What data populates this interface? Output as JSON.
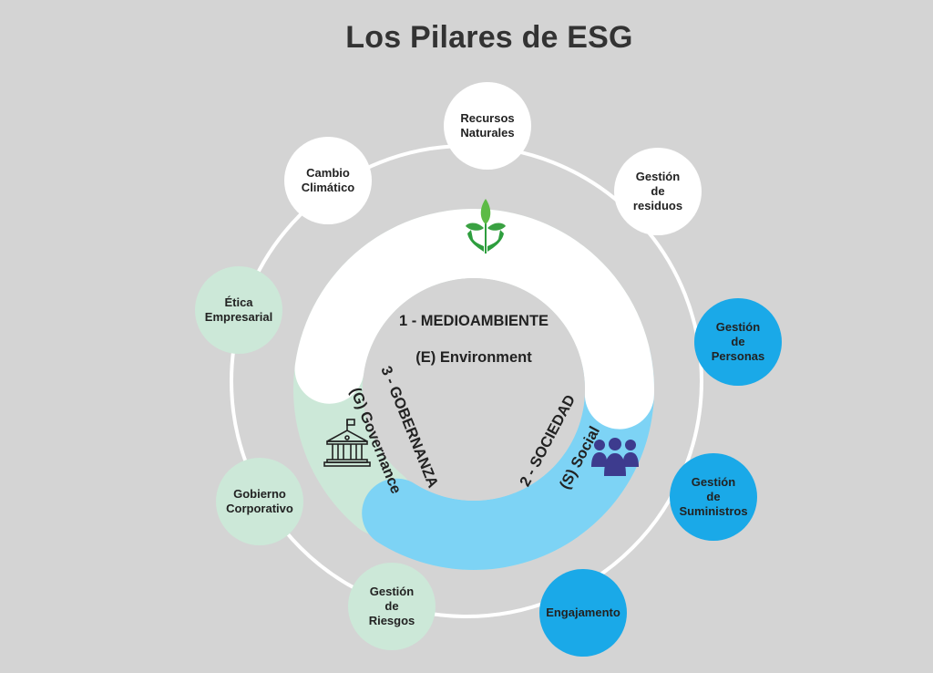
{
  "title": "Los Pilares de ESG",
  "colors": {
    "background": "#d4d4d4",
    "environment": "#ffffff",
    "social": "#7dd3f5",
    "governance": "#cce8d8",
    "social_node": "#1aa9e8",
    "governance_node": "#cce8d8",
    "environment_node": "#ffffff",
    "people_icon": "#3d3b8e",
    "plant_icon": "#2e9e3e"
  },
  "pillars": [
    {
      "id": "environment",
      "line1": "1 - MEDIOAMBIENTE",
      "line2": "(E) Environment",
      "icon": "plant-hands-icon"
    },
    {
      "id": "social",
      "line1": "2 - SOCIEDAD",
      "line2": "(S) Social",
      "icon": "people-group-icon"
    },
    {
      "id": "governance",
      "line1": "3 - GOBERNANZA",
      "line2": "(G) Governance",
      "icon": "government-building-icon"
    }
  ],
  "nodes": [
    {
      "label": "Recursos\nNaturales",
      "pillar": "environment"
    },
    {
      "label": "Cambio\nClimático",
      "pillar": "environment"
    },
    {
      "label": "Gestión\nde\nresiduos",
      "pillar": "environment"
    },
    {
      "label": "Ética\nEmpresarial",
      "pillar": "governance"
    },
    {
      "label": "Gestión\nde\nPersonas",
      "pillar": "social"
    },
    {
      "label": "Gobierno\nCorporativo",
      "pillar": "governance"
    },
    {
      "label": "Gestión\nde\nSuministros",
      "pillar": "social"
    },
    {
      "label": "Gestión\nde\nRiesgos",
      "pillar": "governance"
    },
    {
      "label": "Engajamento",
      "pillar": "social"
    }
  ]
}
